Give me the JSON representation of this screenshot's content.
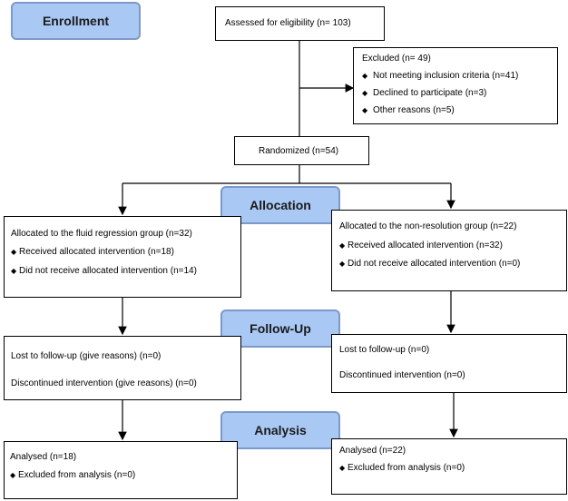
{
  "stages": {
    "enrollment": "Enrollment",
    "allocation": "Allocation",
    "followup": "Follow-Up",
    "analysis": "Analysis"
  },
  "assessed": "Assessed for eligibility (n= 103)",
  "excluded": {
    "title": "Excluded    (n= 49)",
    "items": [
      "Not meeting inclusion criteria (n=41)",
      "Declined to participate (n=3)",
      "Other reasons (n=5)"
    ]
  },
  "randomized": "Randomized (n=54)",
  "left": {
    "allocation": {
      "title": "Allocated to the fluid regression group (n=32)",
      "items": [
        "Received allocated intervention (n=18)",
        "Did not receive allocated intervention (n=14)"
      ]
    },
    "followup": {
      "lost": "Lost to follow-up (give reasons) (n=0)",
      "discontinued": "Discontinued intervention (give reasons) (n=0)"
    },
    "analysis": {
      "analysed": "Analysed   (n=18)",
      "excluded": "Excluded from analysis (n=0)"
    }
  },
  "right": {
    "allocation": {
      "title": "Allocated to the non-resolution group (n=22)",
      "items": [
        "Received allocated intervention (n=32)",
        "Did not receive allocated intervention     (n=0)"
      ]
    },
    "followup": {
      "lost": "Lost to follow-up      (n=0)",
      "discontinued": "Discontinued intervention (n=0)"
    },
    "analysis": {
      "analysed": "Analysed    (n=22)",
      "excluded": "Excluded from analysis (n=0)"
    }
  },
  "bullet_glyph": "◆"
}
